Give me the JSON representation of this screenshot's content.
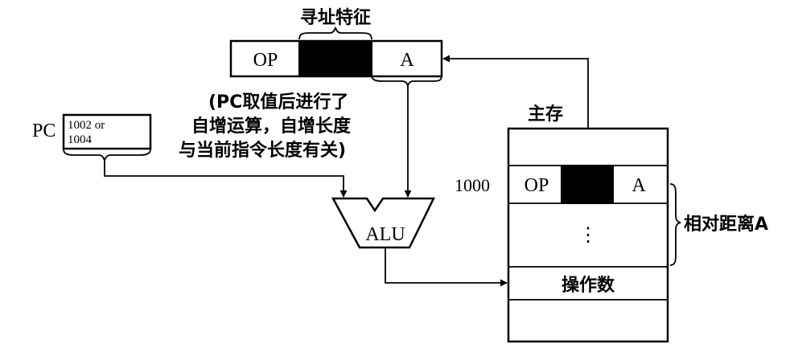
{
  "instruction": {
    "title": "寻址特征",
    "op_label": "OP",
    "a_label": "A"
  },
  "note": {
    "line1": "(PC取值后进行了",
    "line2": "自增运算，自增长度",
    "line3": "与当前指令长度有关)"
  },
  "pc": {
    "label": "PC",
    "line1": "1002 or",
    "line2": "1004"
  },
  "alu": {
    "label": "ALU"
  },
  "memory": {
    "title": "主存",
    "address": "1000",
    "op_label": "OP",
    "a_label": "A",
    "ellipsis": "⋮",
    "operand": "操作数",
    "relative_distance": "相对距离A"
  }
}
